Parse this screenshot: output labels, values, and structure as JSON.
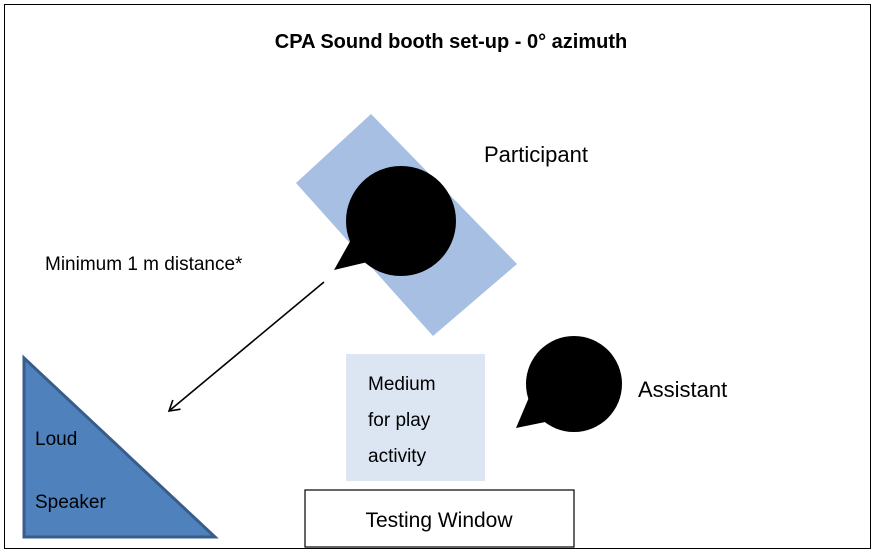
{
  "diagram": {
    "title": "CPA Sound booth set-up - 0° azimuth",
    "participant_label": "Participant",
    "distance_label": "Minimum 1 m distance*",
    "assistant_label": "Assistant",
    "medium_lines": [
      "Medium",
      "for play",
      "activity"
    ],
    "speaker_lines": [
      "Loud",
      "Speaker"
    ],
    "window_label": "Testing Window"
  },
  "colors": {
    "participant_mat": "#a6bfe2",
    "medium_box": "#dce6f2",
    "speaker_fill": "#4f81bd",
    "speaker_stroke": "#385d8a",
    "head": "#000000"
  }
}
